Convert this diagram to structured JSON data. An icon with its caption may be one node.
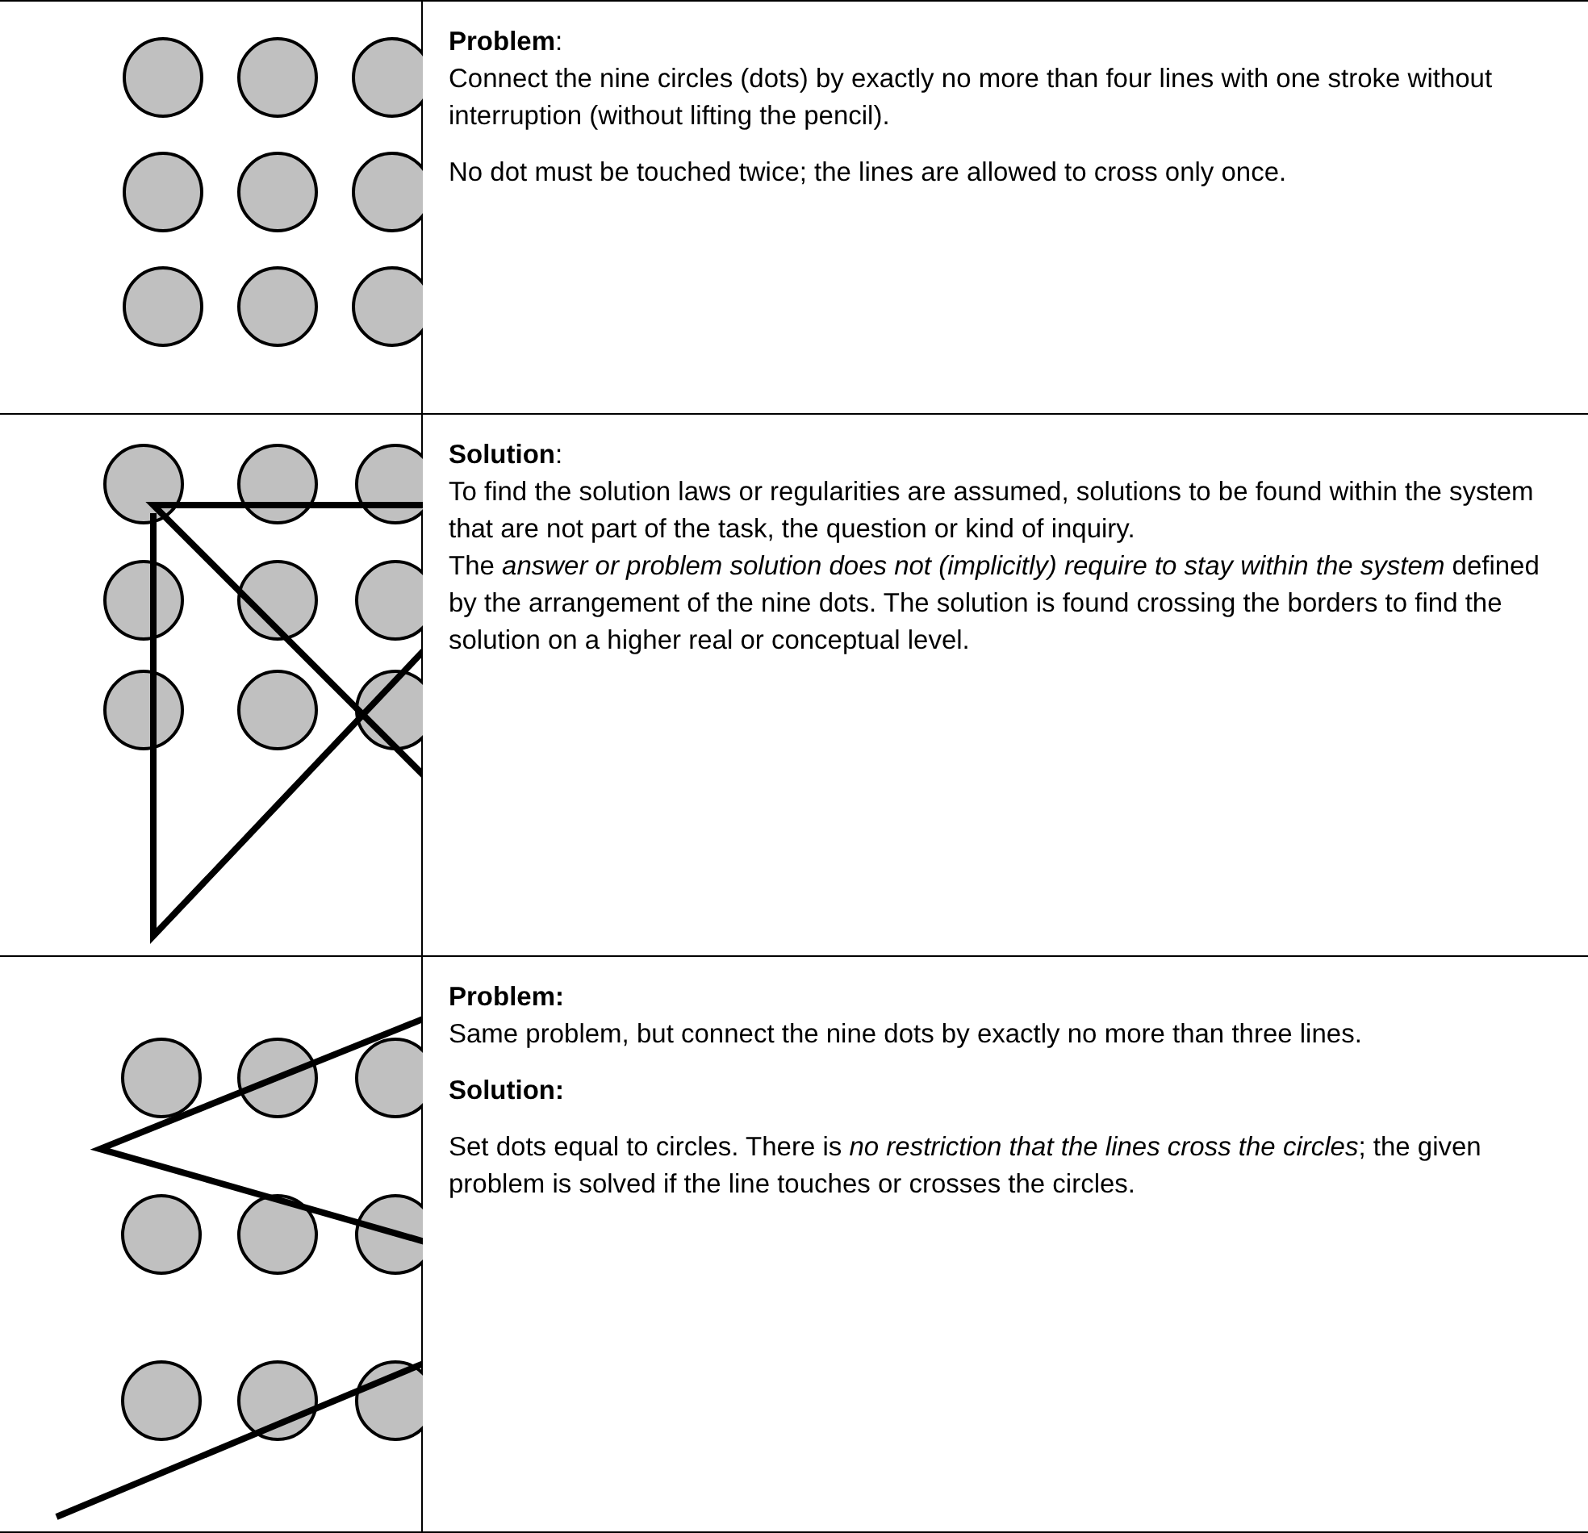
{
  "diagram": {
    "labels": [
      "**Problem**:",
      "Connect the nine circles (dots) by exactly no more than four lines with one stroke without interruption (without lifting the pencil).",
      "No dot must be touched twice; the lines are allowed to cross only once.",
      "**Solution**:",
      "To find the solution laws or regularities are assumed, solutions to be found within the system that are not part of the task, the question or kind of inquiry.",
      "The *answer or problem solution does not (implicitly) require to stay within the system* defined by the arrangement of the nine dots. The solution is found crossing the borders to find the solution on a higher real or conceptual level.",
      "Problem:",
      "Same problem, but connect the nine dots by exactly no more than three lines.",
      "Solution:",
      "Set dots equal to circles. There is *no restriction that the lines cross the circles*; the given problem is solved if the line touches or crosses the circles."
    ]
  }
}
